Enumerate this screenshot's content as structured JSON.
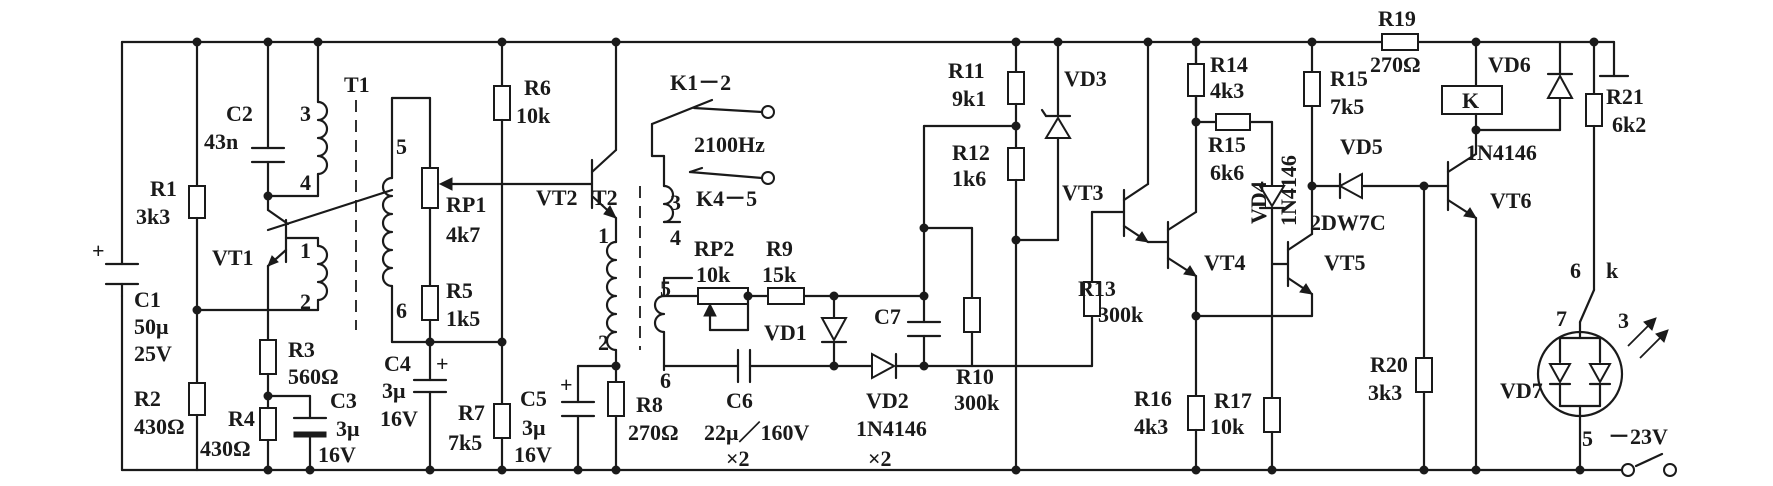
{
  "labels": {
    "R19": "R19",
    "R19_val": "270Ω",
    "R6": "R6",
    "R6_val": "10k",
    "K1_2": "K1－2",
    "K4_5": "K4－5",
    "freq": "2100Hz",
    "T1": "T1",
    "T2": "T2",
    "C2": "C2",
    "C2_val": "43n",
    "R1": "R1",
    "R1_val": "3k3",
    "C1": "C1",
    "C1_val1": "50μ",
    "C1_val2": "25V",
    "R2": "R2",
    "R2_val": "430Ω",
    "VT1": "VT1",
    "VT2": "VT2",
    "VT3": "VT3",
    "VT4": "VT4",
    "VT5": "VT5",
    "VT6": "VT6",
    "R3": "R3",
    "R3_val": "560Ω",
    "R4": "R4",
    "R4_val": "430Ω",
    "C3": "C3",
    "C3_val1": "3μ",
    "C3_val2": "16V",
    "RP1": "RP1",
    "RP1_val": "4k7",
    "R5": "R5",
    "R5_val": "1k5",
    "C4": "C4",
    "C4_val1": "3μ",
    "C4_val2": "16V",
    "R7": "R7",
    "R7_val": "7k5",
    "C5": "C5",
    "C5_val1": "3μ",
    "C5_val2": "16V",
    "R8": "R8",
    "R8_val": "270Ω",
    "RP2": "RP2",
    "RP2_val": "10k",
    "R9": "R9",
    "R9_val": "15k",
    "VD1": "VD1",
    "C6": "C6",
    "C6_val": "22μ／160V",
    "x2a": "×2",
    "VD2": "VD2",
    "VD2_val": "1N4146",
    "x2b": "×2",
    "C7": "C7",
    "R10": "R10",
    "R10_val": "300k",
    "R11": "R11",
    "R11_val": "9k1",
    "R12": "R12",
    "R12_val": "1k6",
    "VD3": "VD3",
    "R13": "R13",
    "R13_val": "300k",
    "R14": "R14",
    "R14_val": "4k3",
    "R15a": "R15",
    "R15a_val": "6k6",
    "VD4": "VD4",
    "VD4_val": "1N4146",
    "R15b": "R15",
    "R15b_val": "7k5",
    "VD5": "VD5",
    "VD5_val": "2DW7C",
    "R16": "R16",
    "R16_val": "4k3",
    "R17": "R17",
    "R17_val": "10k",
    "R20": "R20",
    "R20_val": "3k3",
    "K": "K",
    "VD6": "VD6",
    "VD6_val": "1N4146",
    "R21": "R21",
    "R21_val": "6k2",
    "k": "k",
    "VD7": "VD7",
    "supply": "－23V",
    "n3": "3",
    "n4": "4",
    "n5": "5",
    "n1": "1",
    "n2": "2",
    "n6": "6",
    "t2n1": "1",
    "t2n2": "2",
    "t2n3": "3",
    "t2n4": "4",
    "t2n5": "5",
    "t2n6": "6",
    "p6": "6",
    "p7": "7",
    "p3": "3",
    "p5": "5",
    "plus1": "+",
    "plus4": "+",
    "plus5": "+"
  }
}
